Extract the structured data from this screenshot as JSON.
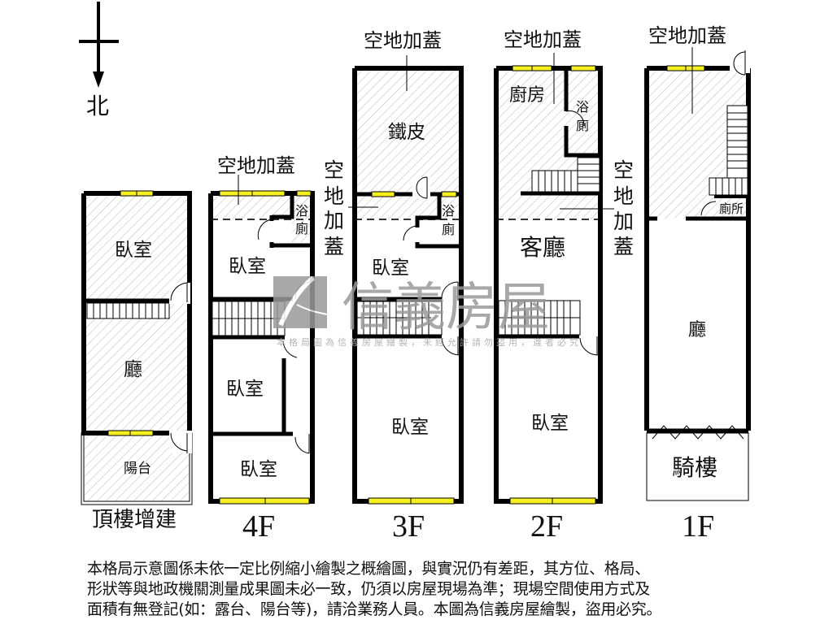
{
  "compass": {
    "direction_label": "北",
    "icon": "north-arrow-icon"
  },
  "watermark": {
    "brand": "信義房屋",
    "subtitle": "本格局圖為信義房屋繪製，未經允許請勿盜用，違者必究"
  },
  "colors": {
    "wall": "#000000",
    "window": "#f5f01e",
    "hatch": "#b5b5b5",
    "watermark": "#9a9a9a",
    "background": "#ffffff"
  },
  "floors": [
    {
      "id": "rooftop",
      "label": "頂樓增建",
      "rooms": [
        "臥室",
        "廳",
        "陽台"
      ]
    },
    {
      "id": "4f",
      "label": "4F",
      "annotation": "空地加蓋",
      "rooms": [
        "浴廁",
        "臥室",
        "臥室",
        "臥室"
      ]
    },
    {
      "id": "3f",
      "label": "3F",
      "annotation_top": "空地加蓋",
      "annotation_side": "空地加蓋",
      "rooms": [
        "鐵皮",
        "浴廁",
        "臥室",
        "臥室"
      ]
    },
    {
      "id": "2f",
      "label": "2F",
      "annotation_top": "空地加蓋",
      "annotation_side": "空地加蓋",
      "rooms": [
        "廚房",
        "浴廁",
        "客廳",
        "臥室"
      ]
    },
    {
      "id": "1f",
      "label": "1F",
      "annotation": "空地加蓋",
      "rooms": [
        "廁所",
        "廳",
        "騎樓"
      ]
    }
  ],
  "disclaimer": {
    "lines": [
      "本格局示意圖係未依一定比例縮小繪製之概繪圖，與實況仍有差距，其方位、格局、",
      "形狀等與地政機關測量成果圖未必一致，仍須以房屋現場為準；現場空間使用方式及",
      "面積有無登記(如：露台、陽台等)，請洽業務人員。本圖為信義房屋繪製，盜用必究。"
    ]
  }
}
